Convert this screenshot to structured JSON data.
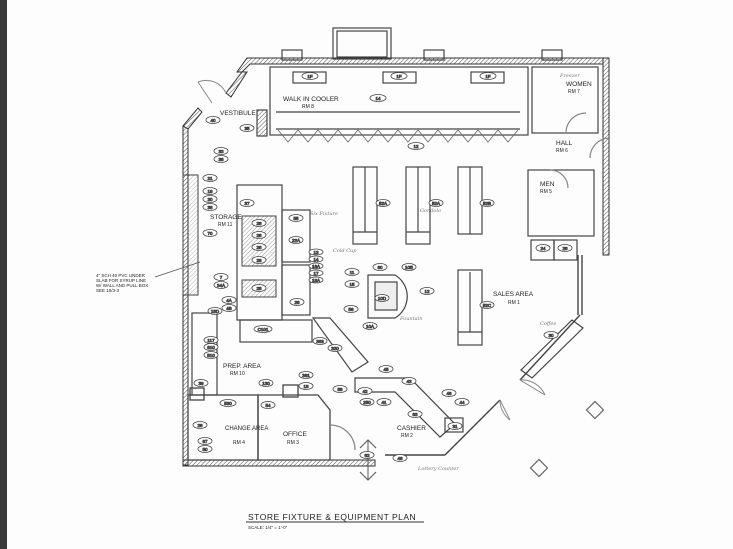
{
  "plan": {
    "title": "STORE FIXTURE & EQUIPMENT PLAN",
    "scale": "SCALE: 1/4\" = 1'-0\""
  },
  "rooms": {
    "walk_in_cooler": {
      "name": "WALK IN COOLER",
      "rm": "RM 8"
    },
    "vestibule": {
      "name": "VESTIBULE"
    },
    "women": {
      "name": "WOMEN",
      "rm": "RM 7"
    },
    "hall": {
      "name": "HALL",
      "rm": "RM 6"
    },
    "men": {
      "name": "MEN",
      "rm": "RM 5"
    },
    "storage": {
      "name": "STORAGE",
      "rm": "RM 11"
    },
    "sales_area": {
      "name": "SALES AREA",
      "rm": "RM 1"
    },
    "prep_area": {
      "name": "PREP. AREA",
      "rm": "RM 10"
    },
    "change_area": {
      "name": "CHANGE AREA",
      "rm": "RM 4"
    },
    "office": {
      "name": "OFFICE",
      "rm": "RM 3"
    },
    "cashier": {
      "name": "CASHIER",
      "rm": "RM 2"
    }
  },
  "callout": {
    "lines": [
      "4\" SCH 40 PVC UNDER",
      "SLAB FOR SYRUP LINE",
      "W/ WALL AND PULL BOX",
      "SEE 15/3-3"
    ]
  },
  "tags": {
    "t1f_a": "1F",
    "t1f_b": "1F",
    "t1f_c": "1F",
    "t14": "14",
    "t12": "12",
    "t40": "40",
    "t35": "35",
    "t33": "33",
    "t38": "38",
    "t21": "21",
    "t19": "19",
    "t20": "20",
    "t36": "36",
    "t37": "37",
    "t70": "70",
    "t7": "7",
    "t34a": "34A",
    "t28a": "28",
    "t28b": "28",
    "t28c": "28",
    "t28d": "28",
    "t28e": "28",
    "t55": "55",
    "t22a": "22A",
    "t13": "13",
    "t14b": "14",
    "t16a": "16A",
    "t17": "17",
    "t18a": "18A",
    "t52a": "52A",
    "t52a2": "52A",
    "t52b": "52B",
    "t52c": "52C",
    "t60": "60",
    "t10e": "10E",
    "t11": "11",
    "t15": "15",
    "t12b": "12",
    "t10d": "10D",
    "t56": "56",
    "t10a": "10A",
    "t26": "26",
    "t28f": "28",
    "t4a": "4A",
    "t4b": "4B",
    "t15d": "15D",
    "t101": "C101",
    "t117": "117",
    "t610": "610",
    "t510": "510",
    "t363": "363",
    "t320": "320",
    "t361": "361",
    "t130": "130",
    "t18b": "18",
    "t39": "39",
    "t530": "530",
    "t54": "54",
    "t67": "67",
    "t50": "50",
    "t45": "45",
    "t43": "43",
    "t42": "42",
    "t46": "46",
    "t44": "44",
    "t250": "250",
    "t41": "41",
    "t63": "63",
    "t31": "31",
    "t48": "48",
    "t62": "62",
    "t30": "30",
    "t24": "24",
    "t28g": "28",
    "t58": "58"
  },
  "annotations": {
    "n1": "Six Fixture",
    "n2": "Gondola",
    "n3": "Fountain",
    "n4": "Lottery Counter",
    "n5": "Coffee",
    "n6": "Freezer",
    "n7": "Cold Cup"
  }
}
